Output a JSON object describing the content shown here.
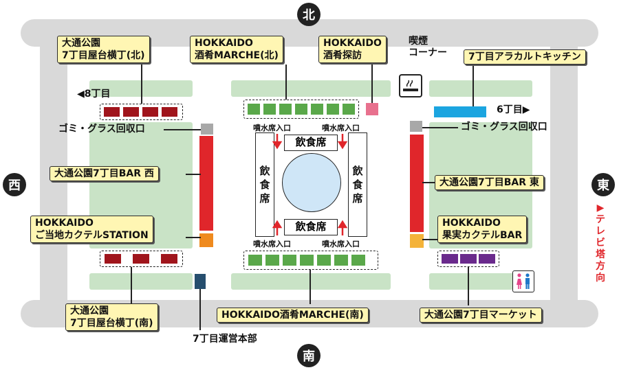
{
  "compass": {
    "north": "北",
    "south": "南",
    "west": "西",
    "east": "東"
  },
  "labels": {
    "odori_north_l1": "大通公園",
    "odori_north_l2": "7丁目屋台横丁(北)",
    "marche_north_l1": "HOKKAIDO",
    "marche_north_l2": "酒肴MARCHE(北)",
    "tanbo_l1": "HOKKAIDO",
    "tanbo_l2": "酒肴探訪",
    "smoking_l1": "喫煙",
    "smoking_l2": "コーナー",
    "alacarte": "7丁目アラカルトキッチン",
    "chome8": "◀8丁目",
    "chome6": "6丁目▶",
    "trash_west": "ゴミ・グラス回収口",
    "trash_east": "ゴミ・グラス回収口",
    "fountain_nw": "噴水席入口",
    "fountain_ne": "噴水席入口",
    "fountain_sw": "噴水席入口",
    "fountain_se": "噴水席入口",
    "dining_top": "飲食席",
    "dining_bottom": "飲食席",
    "dining_left": "飲食席",
    "dining_right": "飲食席",
    "bar_west": "大通公園7丁目BAR 西",
    "bar_east": "大通公園7丁目BAR 東",
    "cocktail_station_l1": "HOKKAIDO",
    "cocktail_station_l2": "ご当地カクテルSTATION",
    "fruit_bar_l1": "HOKKAIDO",
    "fruit_bar_l2": "果実カクテルBAR",
    "odori_south_l1": "大通公園",
    "odori_south_l2": "7丁目屋台横丁(南)",
    "hq": "7丁目運営本部",
    "marche_south": "HOKKAIDO酒肴MARCHE(南)",
    "market": "大通公園7丁目マーケット",
    "tv_tower": "▶テレビ塔方向"
  },
  "colors": {
    "road": "#d9d9d9",
    "park": "#c9e3c6",
    "label_bg": "#fff6b3",
    "dark_red_booth": "#a0151c",
    "green_booth": "#5aa84a",
    "red_bar": "#e0262b",
    "orange": "#ef8a1e",
    "pink": "#e8718e",
    "blue": "#1ba5e0",
    "purple": "#6a2a8c",
    "navy": "#264e6e",
    "gray_point": "#a8a8a8",
    "fountain": "#cfe6f7",
    "tv_tower_text": "#e0262b"
  },
  "icons": {
    "smoking": "smoking-icon",
    "restroom": "restroom-icon"
  }
}
